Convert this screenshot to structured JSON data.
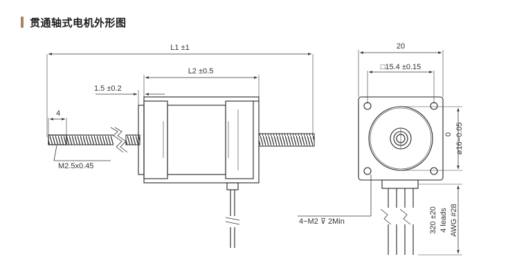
{
  "section_title": "贯通轴式电机外形图",
  "side_view": {
    "dim_overall_length": "L1 ±1",
    "dim_body_length": "L2 ±0.5",
    "dim_flange": "1.5 ±0.2",
    "dim_thread_end": "4",
    "thread_spec": "M2.5x0.45"
  },
  "front_view": {
    "dim_width": "20",
    "dim_hole_pitch": "□15.4 ±0.15",
    "dim_pilot_zero": "0",
    "dim_pilot": "ø16−0.05",
    "mount_holes": "4−M2",
    "mount_depth": "2Min",
    "lead_length": "320 ±20",
    "lead_count": "4 leads",
    "lead_gauge": "AWG #28"
  },
  "colors": {
    "accent_bar": "#a6845f",
    "line": "#333333"
  }
}
